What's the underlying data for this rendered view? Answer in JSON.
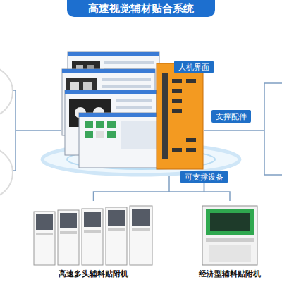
{
  "diagram": {
    "title": "高速视觉辅材贴合系统",
    "nodes": [
      {
        "text": [
          "人机界面"
        ]
      },
      {
        "text": [
          "支撑配件"
        ]
      },
      {
        "text": [
          "可支撑设备"
        ]
      },
      {
        "text": [
          "高速多头辅料贴附机"
        ]
      },
      {
        "text": [
          "经济型辅料贴附机"
        ]
      }
    ],
    "edges": [
      {
        "from": 2,
        "to": 3,
        "arrow": "none"
      },
      {
        "from": 2,
        "to": 4,
        "arrow": "none"
      }
    ]
  }
}
